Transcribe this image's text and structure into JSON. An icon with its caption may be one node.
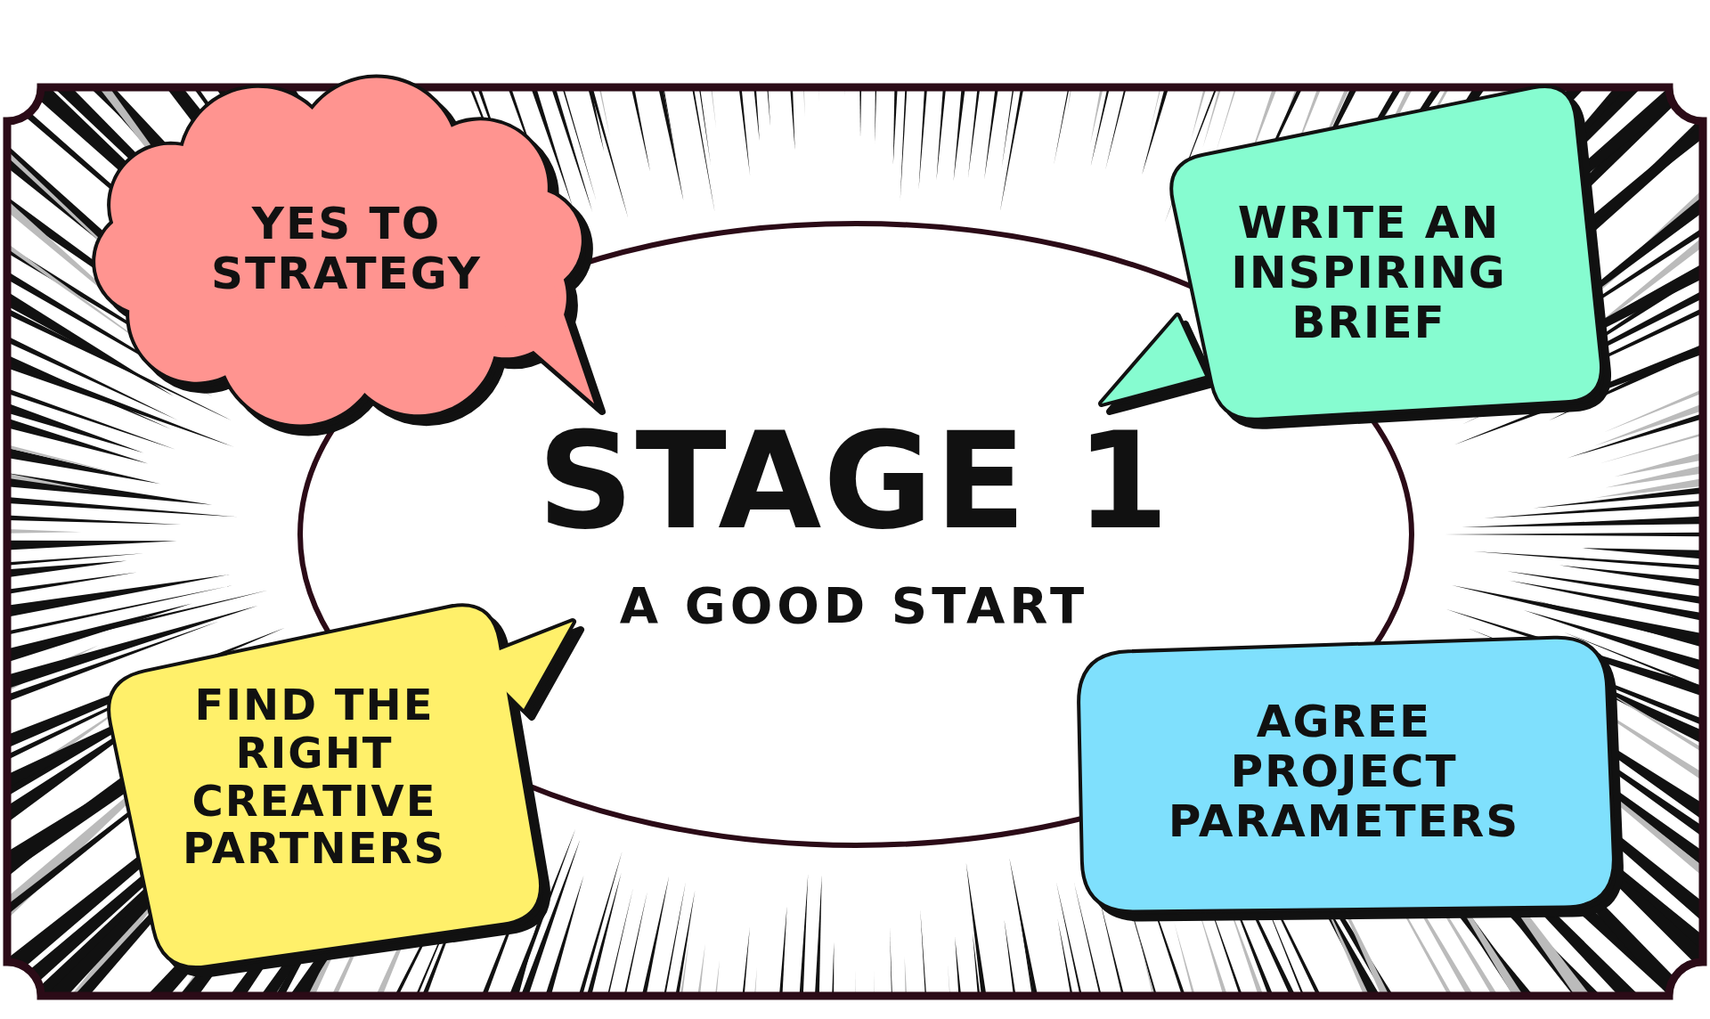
{
  "diagram": {
    "nodes": [
      {
        "text": [
          "STAGE 1",
          "A GOOD START"
        ]
      },
      {
        "text": [
          "YES TO STRATEGY"
        ]
      },
      {
        "text": [
          "WRITE AN INSPIRING BRIEF"
        ]
      },
      {
        "text": [
          "FIND THE RIGHT CREATIVE PARTNERS"
        ]
      },
      {
        "text": [
          "AGREE PROJECT PARAMETERS"
        ]
      }
    ]
  }
}
